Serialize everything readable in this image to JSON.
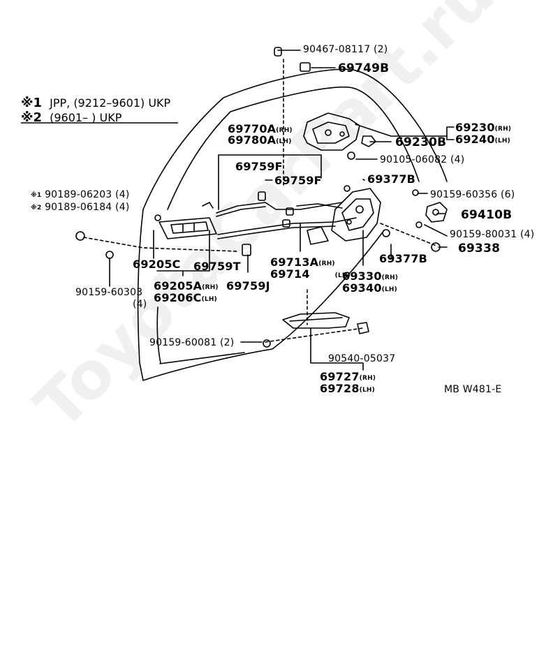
{
  "watermark": "ToyotaCarPart.ru",
  "notes": [
    {
      "mark": "※1",
      "text": "JPP, (9212–9601) UKP"
    },
    {
      "mark": "※2",
      "text": "(9601–          ) UKP"
    }
  ],
  "parts": {
    "p90467": "90467-08117 (2)",
    "p69749B": "69749B",
    "p69770A": "69770A",
    "p69780A": "69780A",
    "p69759F_a": "69759F",
    "p69759F_b": "69759F",
    "p69230": "69230",
    "p69240": "69240",
    "p69230B": "69230B",
    "p90105": "90105-06082 (4)",
    "p69377B_top": "69377B",
    "p90159_60356": "90159-60356 (6)",
    "p69410B": "69410B",
    "p90159_80031": "90159-80031 (4)",
    "p69338": "69338",
    "p90189_06203": "90189-06203 (4)",
    "p90189_06184": "90189-06184 (4)",
    "p69205C": "69205C",
    "p69759T": "69759T",
    "p69205A": "69205A",
    "p69206C": "69206C",
    "p69759J": "69759J",
    "p69713A": "69713A",
    "p69714": "69714",
    "p69330": "69330",
    "p69340": "69340",
    "p69377B_bot": "69377B",
    "p90159_60303": "90159-60303",
    "p90159_60303_qty": "(4)",
    "p90159_60081": "90159-60081 (2)",
    "p90540": "90540-05037",
    "p69727": "69727",
    "p69728": "69728"
  },
  "marks": {
    "m1": "※1",
    "m2": "※2"
  },
  "side": {
    "rh": "(RH)",
    "lh": "(LH)"
  },
  "diagram_code": "MB W481-E"
}
